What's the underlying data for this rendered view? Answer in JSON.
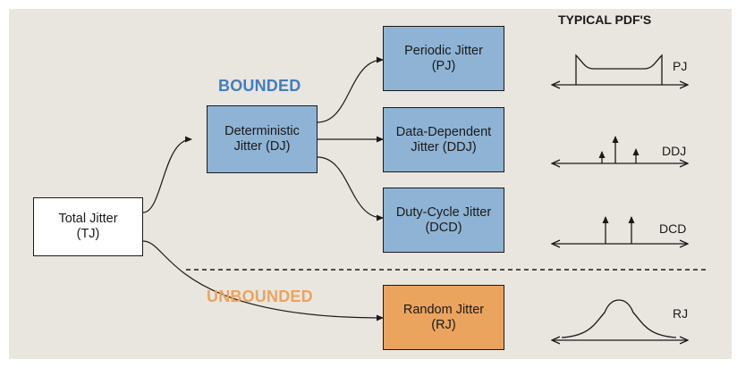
{
  "headers": {
    "bounded": "BOUNDED",
    "unbounded": "UNBOUNDED",
    "typical_pdfs": "TYPICAL PDF'S"
  },
  "boxes": {
    "total": {
      "line1": "Total Jitter",
      "line2": "(TJ)"
    },
    "deterministic": {
      "line1": "Deterministic",
      "line2": "Jitter (DJ)"
    },
    "periodic": {
      "line1": "Periodic Jitter",
      "line2": "(PJ)"
    },
    "data_dependent": {
      "line1": "Data-Dependent",
      "line2": "Jitter (DDJ)"
    },
    "duty_cycle": {
      "line1": "Duty-Cycle Jitter",
      "line2": "(DCD)"
    },
    "random": {
      "line1": "Random Jitter",
      "line2": "(RJ)"
    }
  },
  "pdf_labels": {
    "pj": "PJ",
    "ddj": "DDJ",
    "dcd": "DCD",
    "rj": "RJ"
  },
  "colors": {
    "background": "#e9e5df",
    "bounded_box": "#8fb3d4",
    "unbounded_box": "#eba45e",
    "total_box": "#ffffff",
    "bounded_text": "#3f7fbf",
    "unbounded_text": "#eba45e"
  }
}
